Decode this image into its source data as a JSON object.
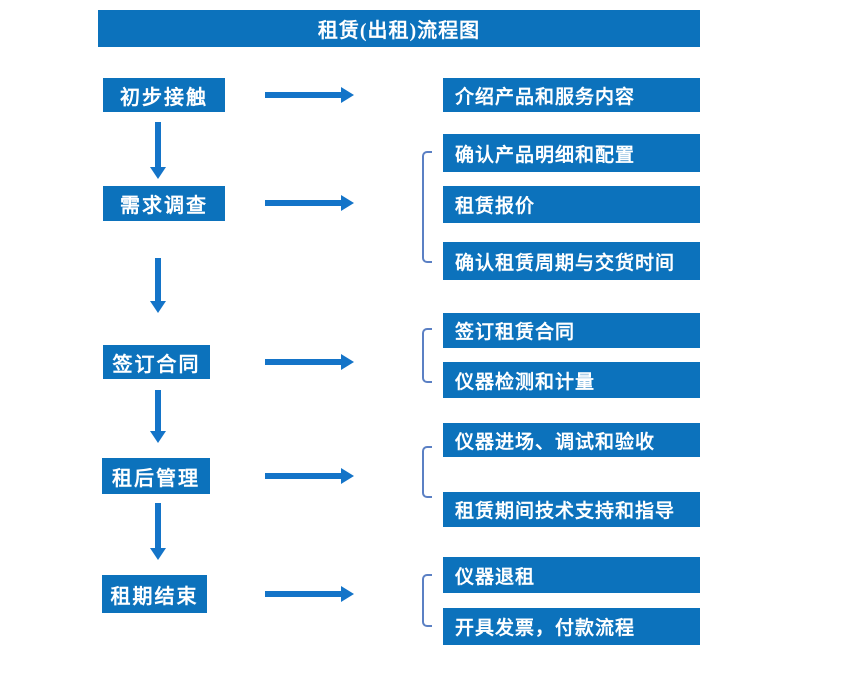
{
  "title": "租赁(出租)流程图",
  "colors": {
    "box_blue": "#0C72BC",
    "arrow_blue": "#1474C8",
    "bracket_blue": "#5B80C4",
    "text_white": "#FFFFFF"
  },
  "stages": [
    {
      "label": "初步接触",
      "details": [
        "介绍产品和服务内容"
      ]
    },
    {
      "label": "需求调查",
      "details": [
        "确认产品明细和配置",
        "租赁报价",
        "确认租赁周期与交货时间"
      ]
    },
    {
      "label": "签订合同",
      "details": [
        "签订租赁合同",
        "仪器检测和计量"
      ]
    },
    {
      "label": "租后管理",
      "details": [
        "仪器进场、调试和验收",
        "租赁期间技术支持和指导"
      ]
    },
    {
      "label": "租期结束",
      "details": [
        "仪器退租",
        "开具发票，付款流程"
      ]
    }
  ]
}
